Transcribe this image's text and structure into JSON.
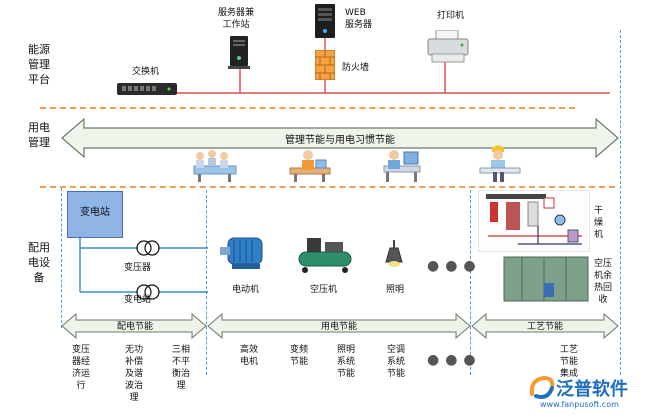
{
  "rows": {
    "energy": "能源\n管理\n平台",
    "usage": "用电\n管理",
    "equipment": "配用\n电设\n备"
  },
  "network": {
    "server_workstation": "服务器兼\n工作站",
    "web_server": "WEB\n服务器",
    "printer": "打印机",
    "switch": "交换机",
    "firewall": "防火墙"
  },
  "usage_arrow": "管理节能与用电习惯节能",
  "substation": {
    "box": "变电站",
    "transformer": "变压器",
    "station": "变电站"
  },
  "devices": {
    "motor": "电动机",
    "compressor": "空压机",
    "lighting": "照明"
  },
  "process": {
    "dryer": "干\n燥\n机",
    "heat_recovery": "空压\n机余\n热回\n收"
  },
  "bottom_arrows": {
    "distribution": "配电节能",
    "usage": "用电节能",
    "process": "工艺节能"
  },
  "measures": {
    "m1": "变压\n器经\n济运\n行",
    "m2": "无功\n补偿\n及谐\n波治\n理",
    "m3": "三相\n不平\n衡治\n理",
    "m4": "高效\n电机",
    "m5": "变频\n节能",
    "m6": "照明\n系统\n节能",
    "m7": "空调\n系统\n节能",
    "m8": "工艺\n节能\n集成"
  },
  "logo": {
    "name": "泛普软件",
    "url": "www.fanpusoft.com"
  },
  "colors": {
    "dashed_orange": "#f0a050",
    "network_line": "#d9534f",
    "blue_line": "#3a8fd0",
    "box_fill": "#8fb4e6",
    "logo_blue": "#1f6fbf",
    "logo_orange": "#f39a2b"
  }
}
